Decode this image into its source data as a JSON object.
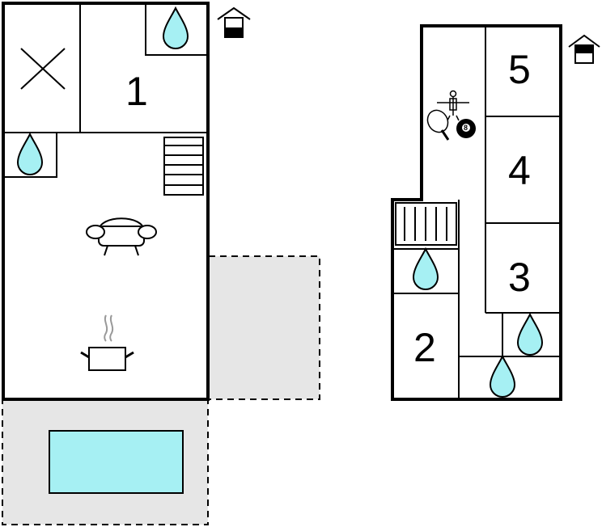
{
  "rooms": {
    "bedroom_1": "1",
    "bedroom_2": "2",
    "bedroom_3": "3",
    "bedroom_4": "4",
    "bedroom_5": "5"
  },
  "icons": {
    "floor_indicator": "house-floor-icon",
    "bathroom": "water-drop-icon",
    "stairs": "stairs-icon",
    "sofa": "sofa-icon",
    "kitchen": "cooking-pot-icon",
    "table_football": "table-football-icon",
    "table_tennis": "table-tennis-icon",
    "billiards": "billiard-ball-icon",
    "void": "open-void-icon",
    "pool": "pool-icon"
  },
  "labels": {
    "billiard_ball_number": "8"
  },
  "colors": {
    "water": "#a6f0f3",
    "terrace": "#e6e6e6",
    "walls": "#000000"
  }
}
